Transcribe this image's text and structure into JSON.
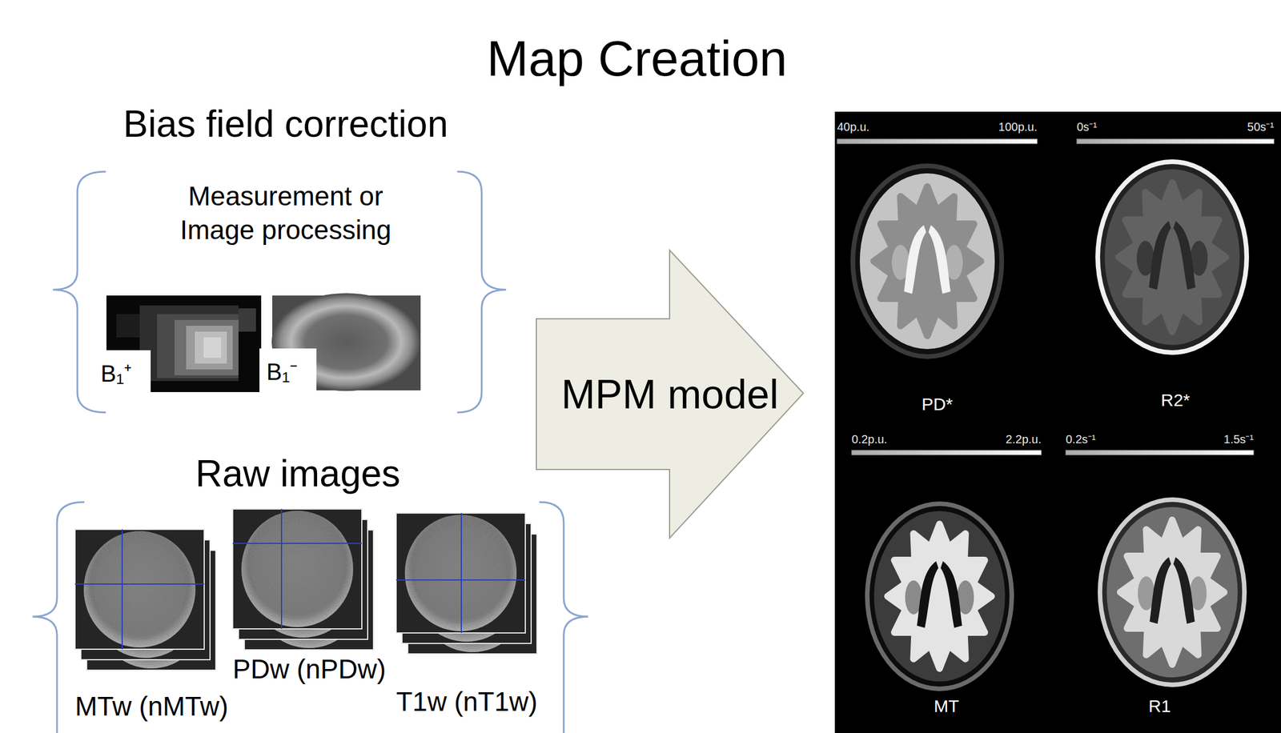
{
  "diagram": {
    "title": "Map Creation",
    "nodes": [
      {
        "text": [
          "Bias field correction",
          "Measurement or Image processing"
        ]
      },
      {
        "text": [
          "B₁⁺"
        ],
        "in": 0
      },
      {
        "text": [
          "B₁⁻"
        ],
        "in": 0
      },
      {
        "text": [
          "Raw images"
        ]
      },
      {
        "text": [
          "MTw (nMTw)"
        ],
        "in": 3
      },
      {
        "text": [
          "PDw (nPDw)"
        ],
        "in": 3
      },
      {
        "text": [
          "T1w (nT1w)"
        ],
        "in": 3
      },
      {
        "text": [
          "MPM model"
        ]
      },
      {
        "text": [
          "40p.u.",
          "100p.u.",
          "PD*"
        ]
      },
      {
        "text": [
          "0s⁻¹",
          "50s⁻¹",
          "R2*"
        ]
      },
      {
        "text": [
          "0.2p.u.",
          "2.2p.u.",
          "MT"
        ]
      },
      {
        "text": [
          "0.2s⁻¹",
          "1.5s⁻¹",
          "R1"
        ]
      }
    ]
  }
}
